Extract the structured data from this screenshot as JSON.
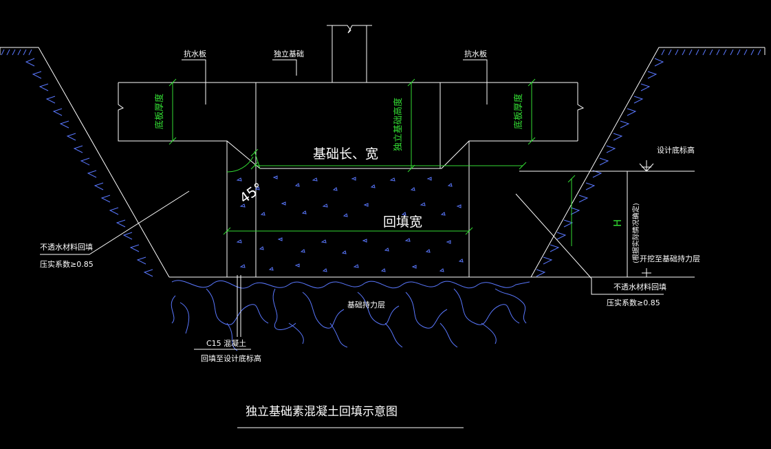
{
  "drawing": {
    "title": "独立基础素混凝土回填示意图",
    "labels": {
      "anti_water_left": "抗水板",
      "independent_foundation": "独立基础",
      "anti_water_right": "抗水板",
      "slab_thickness_left": "底板厚度",
      "foundation_height": "独立基础高度",
      "slab_thickness_right": "底板厚度",
      "foundation_length_width": "基础长、宽",
      "angle": "45°",
      "backfill_width": "回填宽",
      "design_bottom_elevation": "设计底标高",
      "h_label": "H",
      "h_note": "(根据实际情况确定)",
      "excavate_to_bearing": "开挖至基础持力层",
      "left_fill_material": "不透水材料回填",
      "left_compaction": "压实系数≥0.85",
      "right_fill_material": "不透水材料回填",
      "right_compaction": "压实系数≥0.85",
      "bearing_layer": "基础持力层",
      "c15_concrete": "C15 混凝土",
      "backfill_to_design": "回填至设计底标高"
    },
    "colors": {
      "background": "#000000",
      "lines": "#ffffff",
      "dimensions": "#33dd33",
      "hatch": "#5a78ff"
    }
  }
}
